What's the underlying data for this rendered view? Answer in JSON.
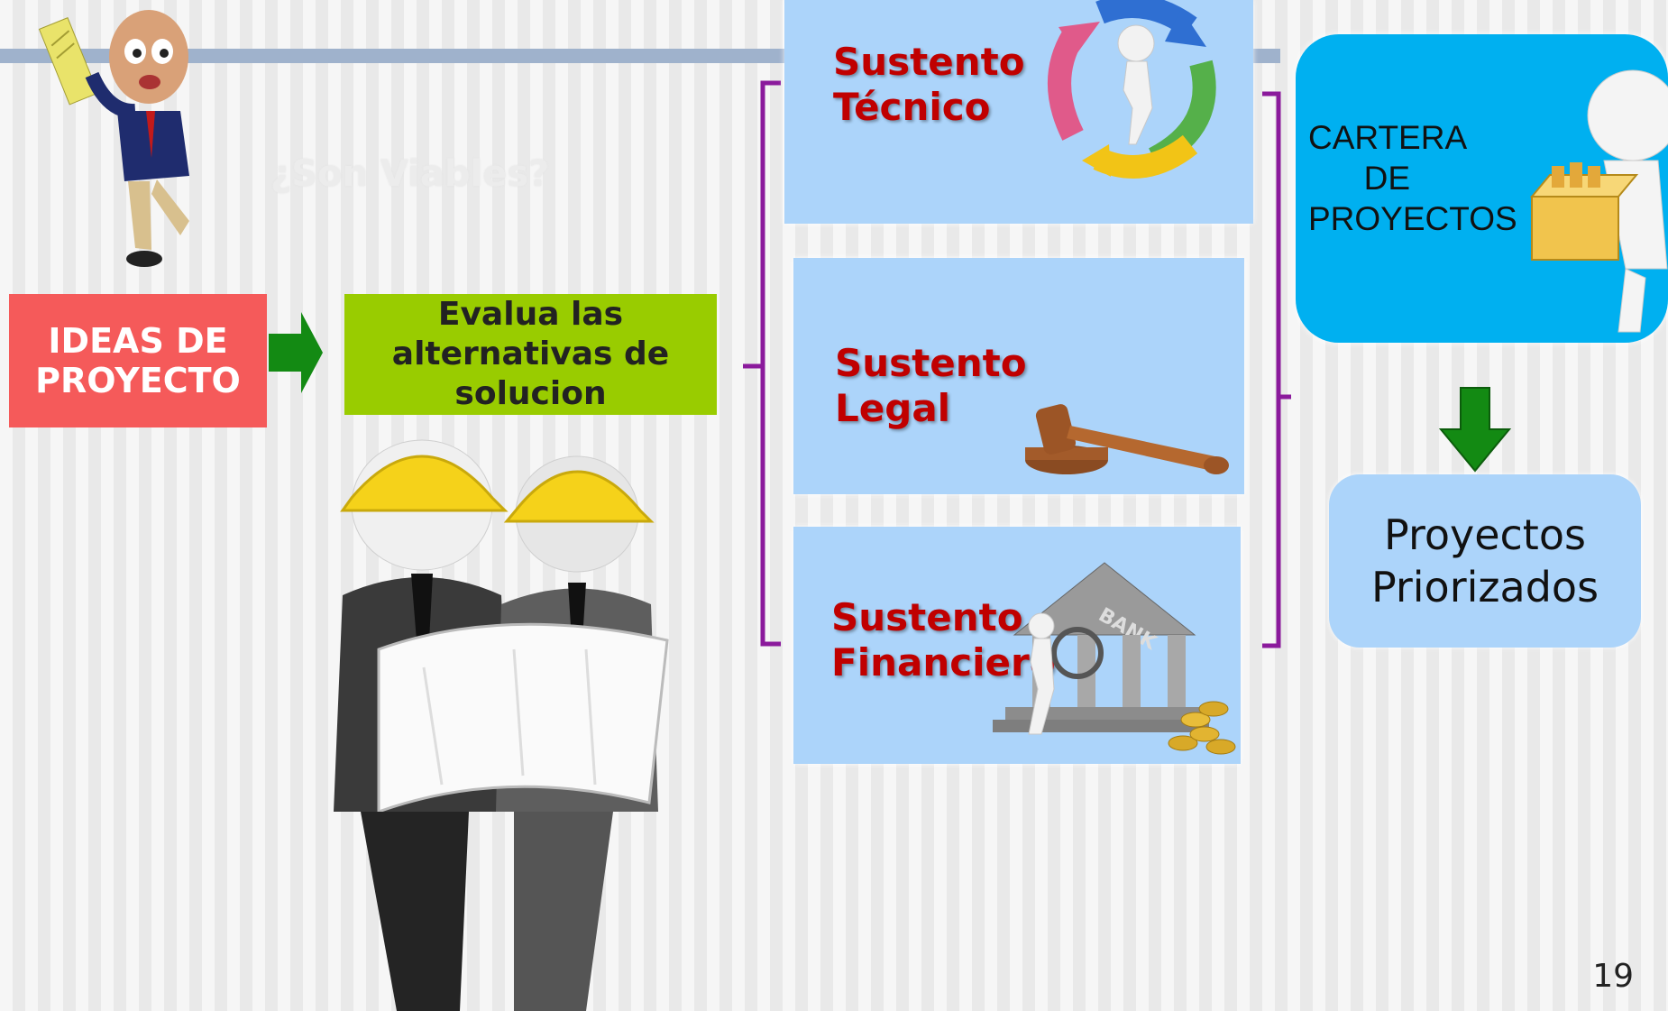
{
  "slide": {
    "faded_question": "¿Son Viables?",
    "ideas_box": {
      "line1": "IDEAS DE",
      "line2": "PROYECTO"
    },
    "evaluate_box": {
      "line1": "Evalua las",
      "line2": "alternativas de",
      "line3": "solucion"
    },
    "sustentos": [
      {
        "line1": "Sustento",
        "line2": "Técnico"
      },
      {
        "line1": "Sustento",
        "line2": "Legal"
      },
      {
        "line1": "Sustento",
        "line2": "Financiero"
      }
    ],
    "bank_sign": "BANK",
    "cartera": "CARTERA\n      DE\nPROYECTOS",
    "priorizados": {
      "line1": "Proyectos",
      "line2": "Priorizados"
    },
    "page_number": "19"
  },
  "colors": {
    "ideas_box": "#f55a5a",
    "evaluate_box": "#99cc00",
    "panels": "#acd4fa",
    "cartera_box": "#00b0f0",
    "sustento_text": "#c00000",
    "bracket": "#8b1a9c",
    "arrows": "#138a13"
  },
  "icons": [
    "presenter-figure-icon",
    "cycle-arrows-icon",
    "gavel-icon",
    "bank-icon",
    "coins-icon",
    "engineers-figure-icon",
    "box-carrier-icon"
  ]
}
